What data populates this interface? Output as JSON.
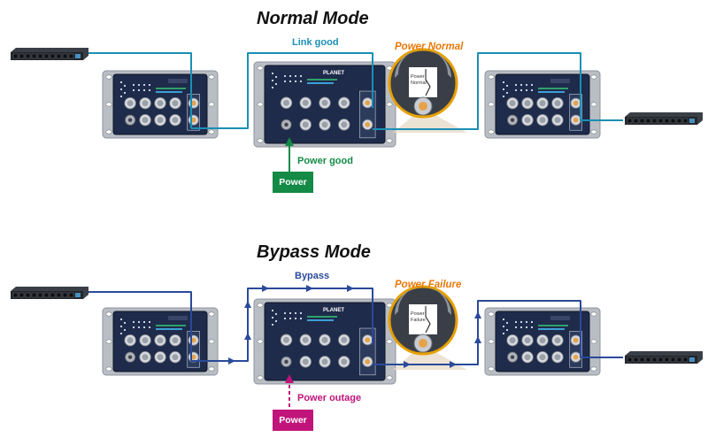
{
  "diagram": {
    "normal": {
      "title": "Normal Mode",
      "link_label": "Link good",
      "power_status_label": "Power Normal",
      "power_line_label": "Power good",
      "power_box_label": "Power",
      "zoom_text": [
        "Power",
        "Normal"
      ]
    },
    "bypass": {
      "title": "Bypass Mode",
      "link_label": "Bypass",
      "power_status_label": "Power Failure",
      "power_line_label": "Power outage",
      "power_box_label": "Power",
      "zoom_text": [
        "Power",
        "Failure"
      ]
    },
    "brand": "PLANET"
  },
  "colors": {
    "link_line": "#1a8fb5",
    "bypass_arrow": "#2a4a9a",
    "power_good": "#138a45",
    "power_outage": "#c0147a",
    "status_orange": "#e8780a",
    "panel_dark": "#1f2b4a",
    "mount_gray": "#b9bdc4"
  }
}
